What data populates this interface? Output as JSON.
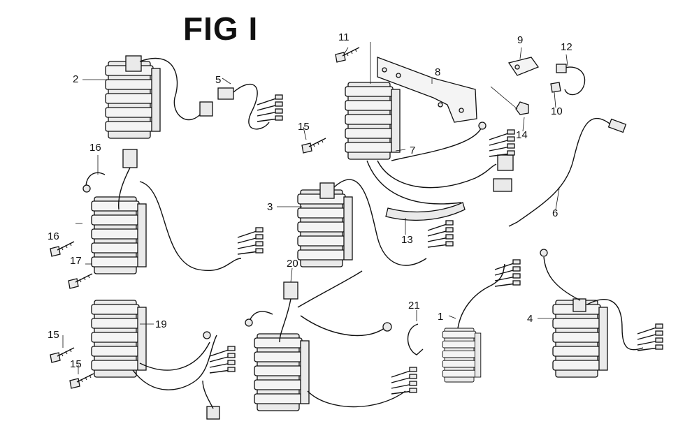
{
  "title": "FIG I",
  "callouts": {
    "c1": "1",
    "c2": "2",
    "c3": "3",
    "c4": "4",
    "c5": "5",
    "c6": "6",
    "c7": "7",
    "c8": "8",
    "c9": "9",
    "c10": "10",
    "c11": "11",
    "c12": "12",
    "c13": "13",
    "c14": "14",
    "c15a": "15",
    "c15b": "15",
    "c15c": "15",
    "c16a": "16",
    "c16b": "16",
    "c17": "17",
    "c19": "19",
    "c20": "20",
    "c21": "21"
  }
}
